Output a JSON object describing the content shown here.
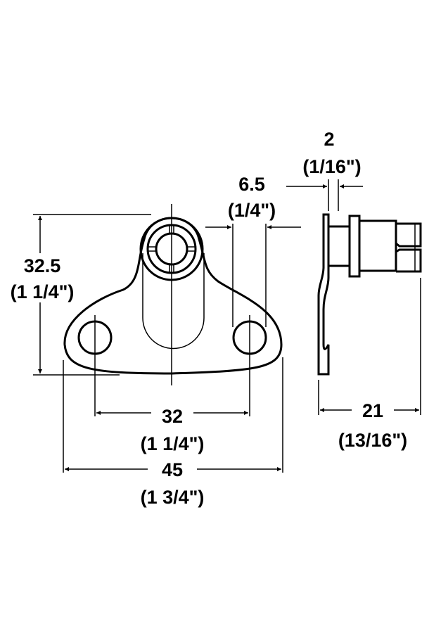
{
  "dimensions": {
    "height": {
      "mm": "32.5",
      "inch": "(1 1/4\")"
    },
    "hole_spacing": {
      "mm": "32",
      "inch": "(1 1/4\")"
    },
    "overall_width": {
      "mm": "45",
      "inch": "(1 3/4\")"
    },
    "hole_edge": {
      "mm": "6.5",
      "inch": "(1/4\")"
    },
    "plate_thickness": {
      "mm": "2",
      "inch": "(1/16\")"
    },
    "depth": {
      "mm": "21",
      "inch": "(13/16\")"
    }
  },
  "colors": {
    "line": "#000000",
    "background": "#ffffff"
  }
}
